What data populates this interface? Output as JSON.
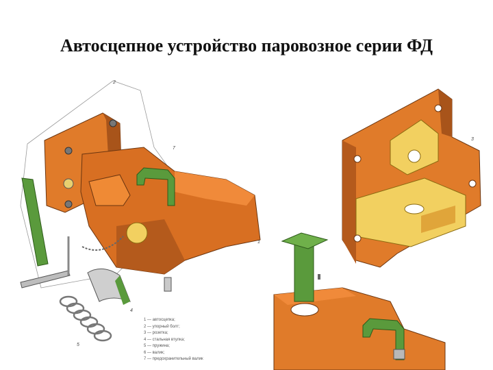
{
  "title": "Автосцепное устройство паровозное серии ФД",
  "legend": [
    "1 — автосцепка;",
    "2 — упорный болт;",
    "3 — розетка;",
    "4 — стальная втулка;",
    "5 — пружина;",
    "6 — валик;",
    "7 — предохранительный валик"
  ],
  "callouts": [
    "2",
    "7",
    "1",
    "4",
    "5",
    "3"
  ],
  "colors": {
    "orange": "#e07b2a",
    "orange_dark": "#a8541a",
    "green": "#5a9a3c",
    "yellow": "#f2d060",
    "steel": "#b9b9b9"
  }
}
